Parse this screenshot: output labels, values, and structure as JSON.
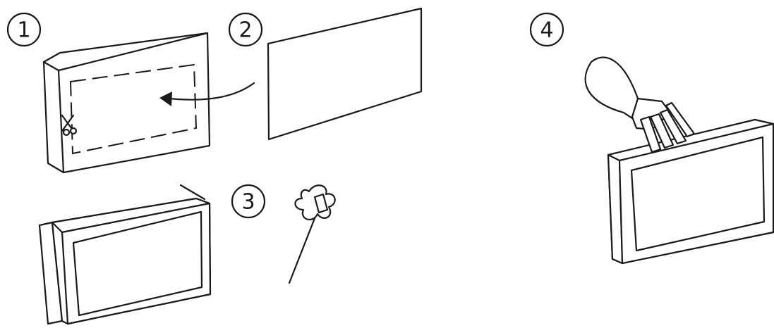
{
  "steps": [
    {
      "number": "1"
    },
    {
      "number": "2"
    },
    {
      "number": "3"
    },
    {
      "number": "4"
    }
  ],
  "colors": {
    "line": "#1a1a1a",
    "background": "#ffffff"
  }
}
